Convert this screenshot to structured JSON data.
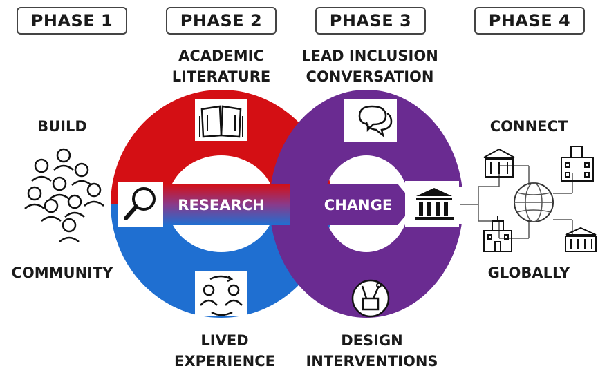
{
  "phases": [
    "PHASE 1",
    "PHASE 2",
    "PHASE 3",
    "PHASE 4"
  ],
  "phase2": {
    "top_line1": "ACADEMIC",
    "top_line2": "LITERATURE",
    "bottom_line1": "LIVED",
    "bottom_line2": "EXPERIENCE"
  },
  "phase3": {
    "top_line1": "LEAD INCLUSION",
    "top_line2": "CONVERSATION",
    "bottom_line1": "DESIGN",
    "bottom_line2": "INTERVENTIONS"
  },
  "phase1": {
    "top": "BUILD",
    "bottom": "COMMUNITY"
  },
  "phase4": {
    "top": "CONNECT",
    "bottom": "GLOBALLY"
  },
  "loop": {
    "left_label": "RESEARCH",
    "right_label": "CHANGE"
  },
  "colors": {
    "red": "#d40f14",
    "blue": "#1f6fd1",
    "purple": "#6a2b91",
    "ink": "#1a1a1a"
  },
  "icons": [
    "people-group-icon",
    "magnifier-icon",
    "book-icon",
    "people-cycle-icon",
    "chat-bubbles-icon",
    "tools-icon",
    "institution-icon",
    "globe-network-icon",
    "building-icons"
  ]
}
